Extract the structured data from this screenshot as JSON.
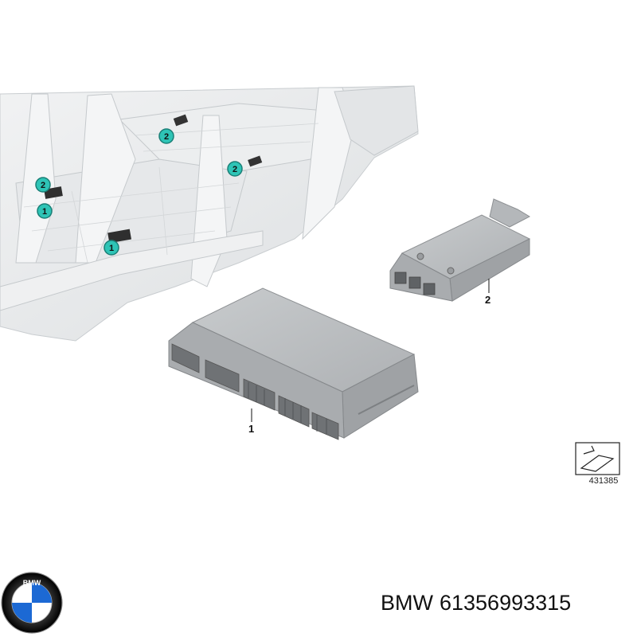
{
  "diagram": {
    "callouts": [
      {
        "id": "callout-2-a",
        "label": "2"
      },
      {
        "id": "callout-2-b",
        "label": "2"
      },
      {
        "id": "callout-2-c",
        "label": "2"
      },
      {
        "id": "callout-1-a",
        "label": "1"
      },
      {
        "id": "callout-1-b",
        "label": "1"
      }
    ],
    "parts": [
      {
        "id": "part-1",
        "label": "1"
      },
      {
        "id": "part-2",
        "label": "2"
      }
    ],
    "reference_number": "431385",
    "brand_logo_text": "BMW"
  },
  "caption": {
    "brand": "BMW",
    "part_number": "61356993315"
  },
  "colors": {
    "callout_fill": "#2ec4b6",
    "body_shell": "#e9ebec",
    "module_gray": "#b9bcbf"
  }
}
